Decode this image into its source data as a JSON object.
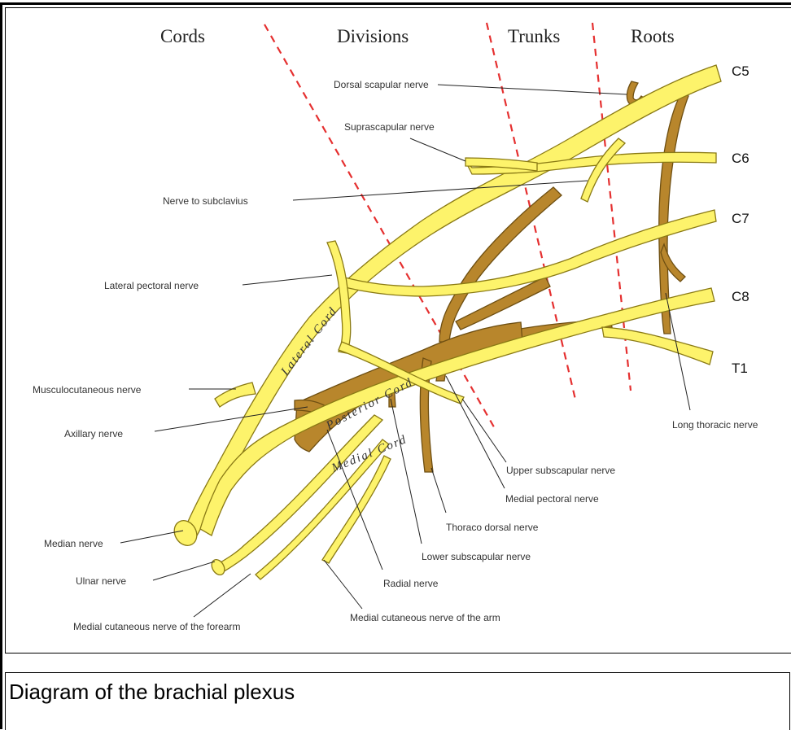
{
  "headers": {
    "cords": "Cords",
    "divisions": "Divisions",
    "trunks": "Trunks",
    "roots": "Roots"
  },
  "roots": {
    "c5": "C5",
    "c6": "C6",
    "c7": "C7",
    "c8": "C8",
    "t1": "T1"
  },
  "cords": {
    "lateral": "Lateral Cord",
    "posterior": "Posterior Cord",
    "medial": "Medial Cord"
  },
  "labels": {
    "dorsal_scapular": "Dorsal scapular nerve",
    "suprascapular": "Suprascapular nerve",
    "subclavius": "Nerve to subclavius",
    "lateral_pectoral": "Lateral pectoral nerve",
    "musculocutaneous": "Musculocutaneous nerve",
    "axillary": "Axillary nerve",
    "median": "Median nerve",
    "ulnar": "Ulnar nerve",
    "med_cut_forearm": "Medial cutaneous nerve of the forearm",
    "med_cut_arm": "Medial cutaneous nerve of the arm",
    "radial": "Radial nerve",
    "lower_subscapular": "Lower subscapular nerve",
    "thoracodorsal": "Thoraco dorsal nerve",
    "medial_pectoral": "Medial pectoral nerve",
    "upper_subscapular": "Upper subscapular nerve",
    "long_thoracic": "Long thoracic nerve"
  },
  "colors": {
    "nerve_yellow": "#fdf36b",
    "nerve_outline": "#8a7a14",
    "posterior_brown": "#b8862c",
    "divider_red": "#e53030"
  },
  "caption": "Diagram of the brachial plexus"
}
